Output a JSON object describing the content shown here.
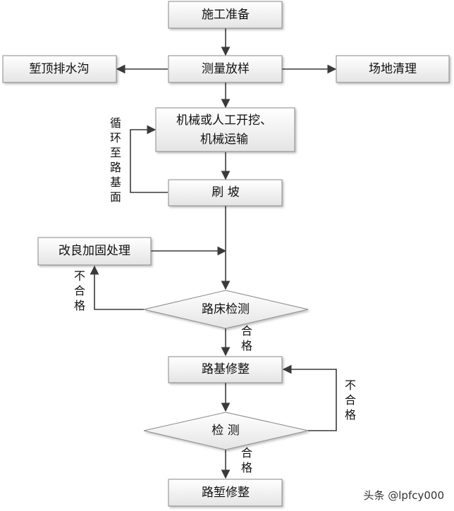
{
  "colors": {
    "box_fill_top": "#ffffff",
    "box_fill_bottom": "#e6e6e6",
    "box_border": "#8a8a8a",
    "line": "#3a3a3a"
  },
  "nodes": {
    "prep": "施工准备",
    "survey": "测量放样",
    "drain": "堑顶排水沟",
    "clear": "场地清理",
    "excavate_1": "机械或人工开挖、",
    "excavate_2": "机械运输",
    "slope": "刷 坡",
    "improve": "改良加固处理",
    "bed_check": "路床检测",
    "trim": "路基修整",
    "inspect": "检 测",
    "final": "路堑修整"
  },
  "edge_labels": {
    "loop": [
      "循",
      "环",
      "至",
      "路",
      "基",
      "面"
    ],
    "fail_bed": [
      "不",
      "合",
      "格"
    ],
    "pass_bed": [
      "合",
      "格"
    ],
    "fail_inspect": [
      "不",
      "合",
      "格"
    ],
    "pass_inspect": [
      "合",
      "格"
    ]
  },
  "watermark": "头条 @lpfcy000"
}
